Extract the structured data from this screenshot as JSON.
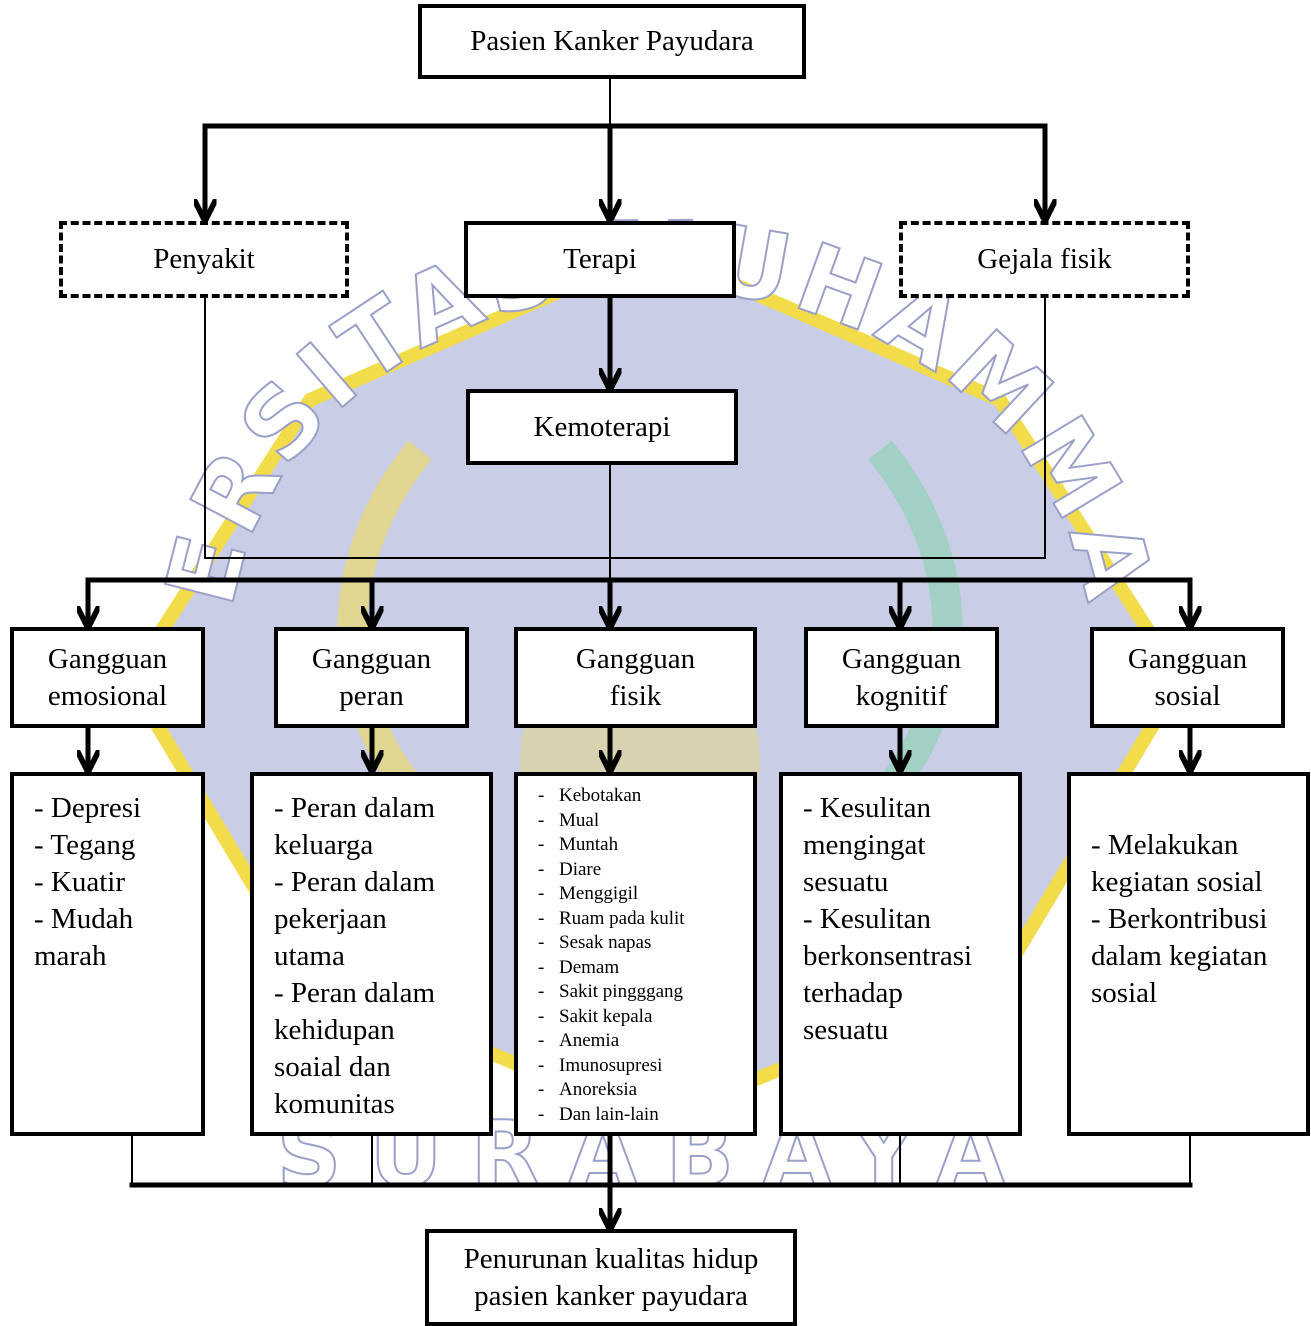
{
  "colors": {
    "watermark_fill": "#c9cde6",
    "watermark_gold": "#f3dc4a",
    "line": "#000000"
  },
  "watermark": {
    "arc_text_top": "ERSITAS MUHAMMA",
    "arc_text_bottom": "SURABAYA"
  },
  "nodes": {
    "root": "Pasien Kanker Payudara",
    "penyakit": "Penyakit",
    "terapi": "Terapi",
    "gejala": "Gejala fisik",
    "kemoterapi": "Kemoterapi",
    "categories": [
      {
        "line1": "Gangguan",
        "line2": "emosional"
      },
      {
        "line1": "Gangguan",
        "line2": "peran"
      },
      {
        "line1": "Gangguan",
        "line2": "fisik"
      },
      {
        "line1": "Gangguan",
        "line2": "kognitif"
      },
      {
        "line1": "Gangguan",
        "line2": "sosial"
      }
    ],
    "details": [
      [
        "- Depresi",
        "- Tegang",
        "- Kuatir",
        "- Mudah",
        "marah"
      ],
      [
        "- Peran dalam",
        "keluarga",
        "- Peran dalam",
        "pekerjaan",
        "utama",
        "- Peran dalam",
        "kehidupan",
        "soaial dan",
        "komunitas"
      ],
      [
        "Kebotakan",
        "Mual",
        "Muntah",
        "Diare",
        "Menggigil",
        "Ruam pada kulit",
        "Sesak napas",
        "Demam",
        "Sakit pingggang",
        "Sakit kepala",
        "Anemia",
        "Imunosupresi",
        "Anoreksia",
        "Dan lain-lain"
      ],
      [
        "- Kesulitan",
        "mengingat",
        "sesuatu",
        "- Kesulitan",
        "berkonsentrasi",
        "terhadap",
        "sesuatu"
      ],
      [
        "- Melakukan",
        "kegiatan sosial",
        "- Berkontribusi",
        "dalam kegiatan",
        "sosial"
      ]
    ],
    "outcome": {
      "line1": "Penurunan kualitas hidup",
      "line2": "pasien kanker payudara"
    }
  }
}
